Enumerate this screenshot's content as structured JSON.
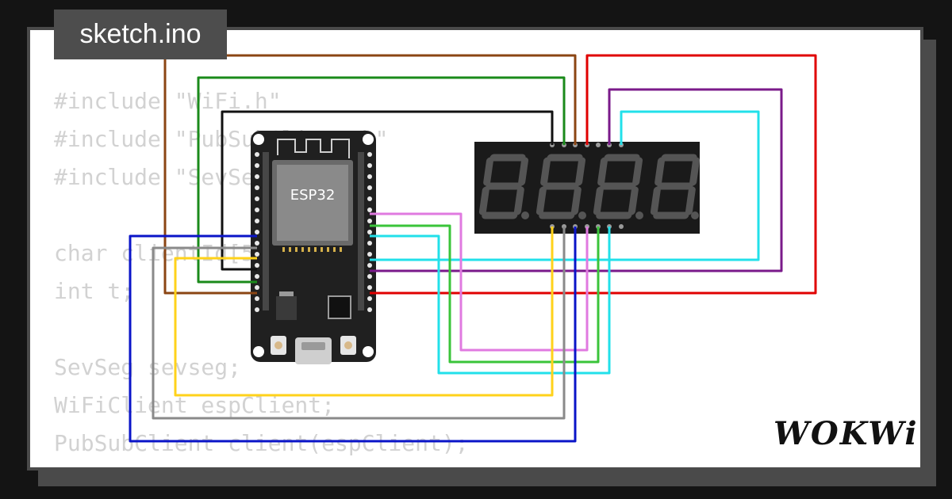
{
  "file_tab": {
    "title": "sketch.ino"
  },
  "code_lines": [
    "#include \"WiFi.h\"",
    "#include \"PubSubClient.h\"",
    "#include \"SevSeg.h\"",
    "",
    "char clientId[50];",
    "int t;",
    "",
    "SevSeg sevseg;",
    "WiFiClient espClient;",
    "PubSubClient client(espClient);"
  ],
  "esp32": {
    "label": "ESP32"
  },
  "brand": {
    "logo_text": "WOKWi"
  },
  "colors": {
    "board": "#202020",
    "display": "#1a1a1a",
    "segment_off": "#555555",
    "code_text": "#d2d2d2"
  },
  "icons": [
    "wifi-antenna-icon",
    "esp32-chip-icon",
    "usb-port-icon",
    "reset-button-icon"
  ]
}
